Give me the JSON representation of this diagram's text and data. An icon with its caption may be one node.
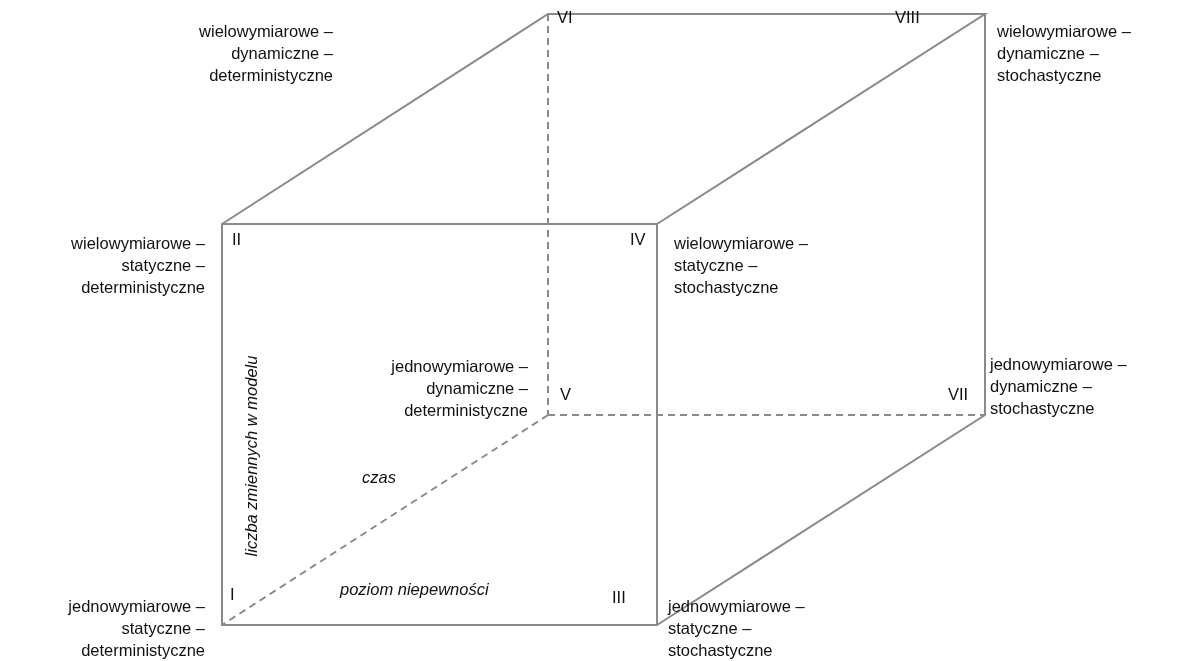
{
  "diagram": {
    "labels": [
      "wielowymiarowe – dynamiczne – deterministyczne",
      "VI",
      "VIII",
      "wielowymiarowe – dynamiczne – stochastyczne",
      "wielowymiarowe – statyczne – deterministyczne",
      "II",
      "IV",
      "wielowymiarowe – statyczne – stochastyczne",
      "liczba zmiennych w modelu",
      "jednowymiarowe – dynamiczne – deterministyczne",
      "V",
      "VII",
      "jednowymiarowe – dynamiczne – stochastyczne",
      "czas",
      "I",
      "poziom niepewności",
      "III",
      "jednowymiarowe – statyczne – deterministyczne",
      "jednowymiarowe – statyczne – stochastyczne"
    ]
  }
}
